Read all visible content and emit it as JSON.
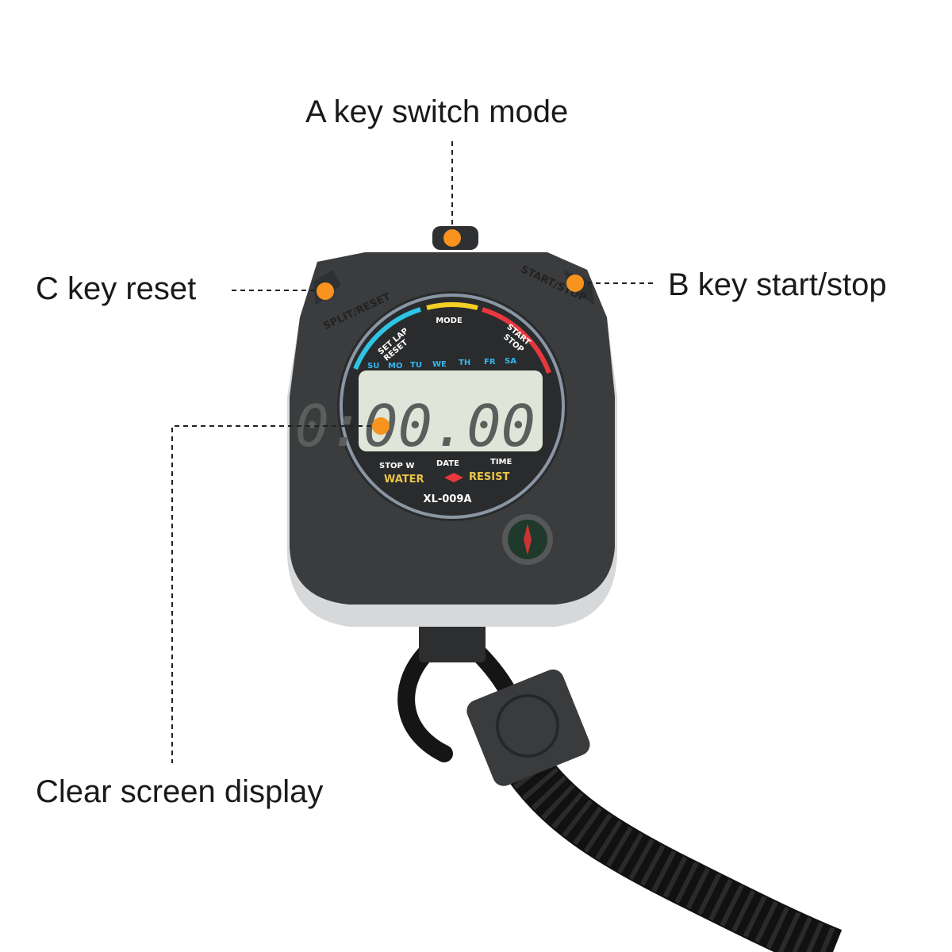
{
  "annotations": {
    "a_key": "A key switch mode",
    "c_key": "C key reset",
    "b_key": "B key start/stop",
    "display": "Clear screen display"
  },
  "device": {
    "case_left_label": "SPLIT/RESET",
    "case_right_label": "START/STOP",
    "mode_label": "MODE",
    "set_lap_label": "SET LAP",
    "reset_label": "RESET",
    "start_label": "START",
    "stop_label": "STOP",
    "days": [
      "SU",
      "MO",
      "TU",
      "WE",
      "TH",
      "FR",
      "SA"
    ],
    "display_value": "0:00.00",
    "indicators": [
      "STOP W",
      "DATE",
      "TIME"
    ],
    "water": "WATER",
    "resist": "RESIST",
    "model": "XL-009A"
  },
  "colors": {
    "marker": "#F7931E",
    "case": "#3b3c3e",
    "lcd": "#dfe5d8",
    "arc_blue": "#2ec4e6",
    "arc_yellow": "#f2d024",
    "arc_red": "#e8383d",
    "gold_text": "#e9c54a"
  }
}
